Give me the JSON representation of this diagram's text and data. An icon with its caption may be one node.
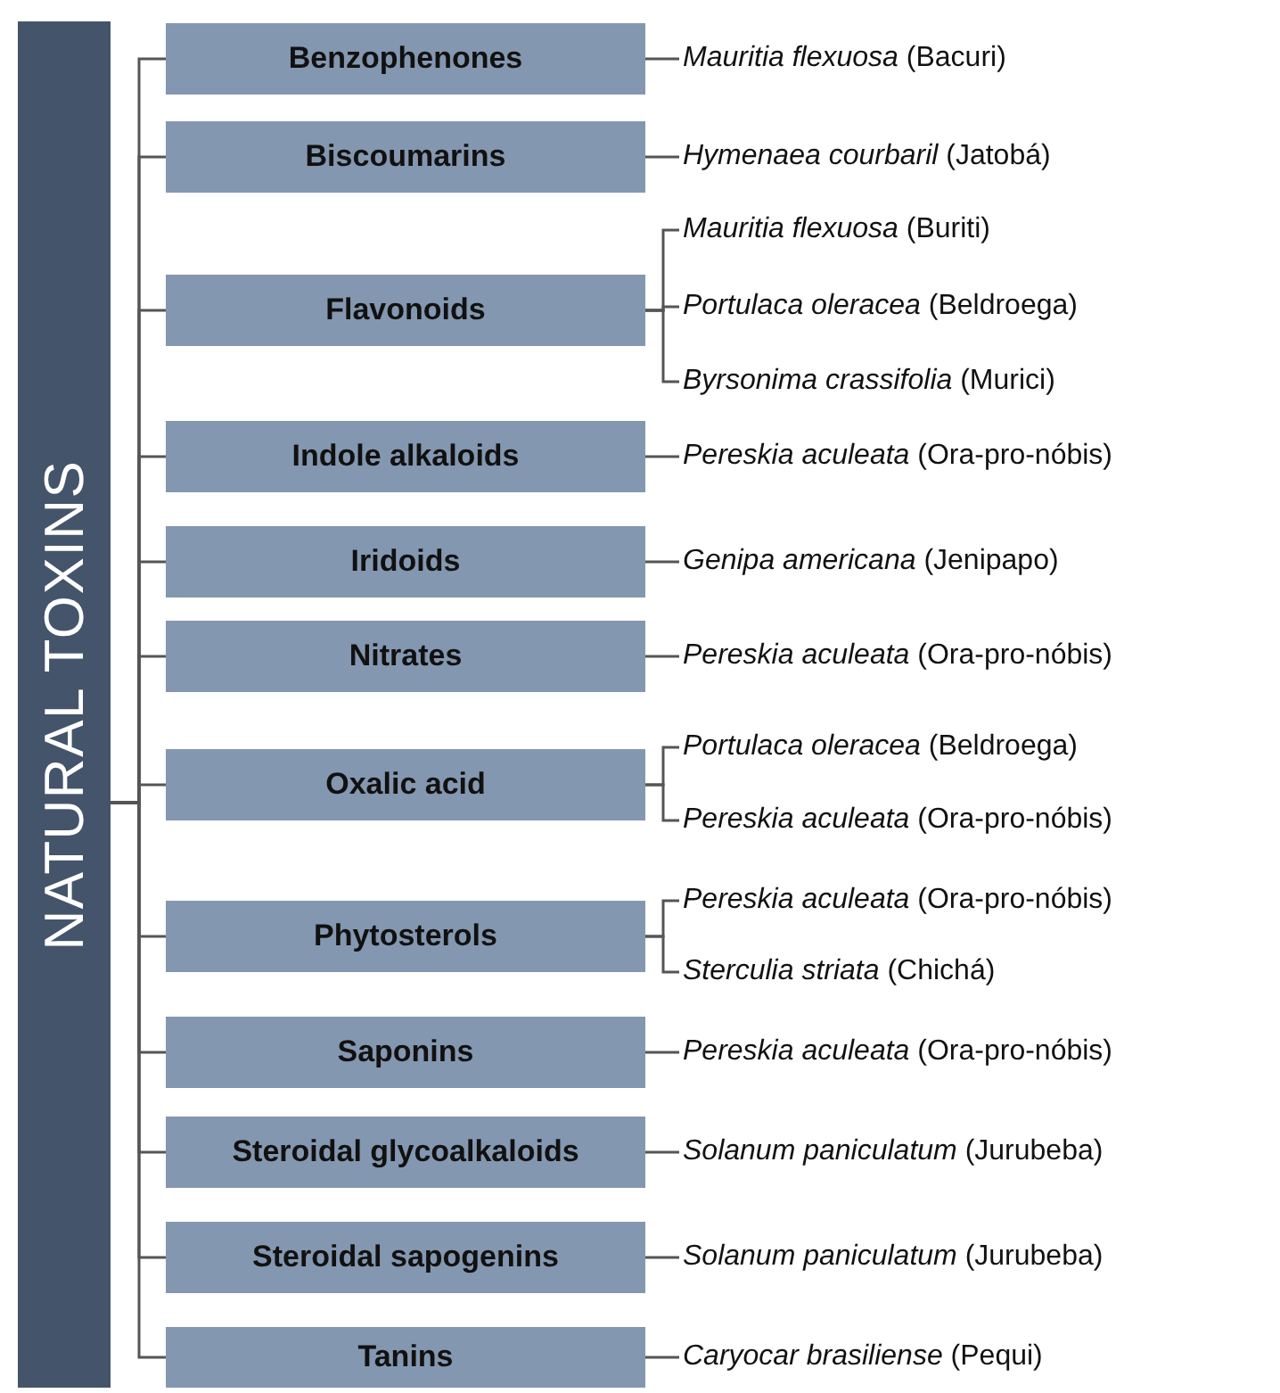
{
  "diagram": {
    "nodes": [
      {
        "text": [
          "NATURAL TOXINS"
        ]
      },
      {
        "text": [
          "Benzophenones"
        ]
      },
      {
        "text": [
          "*Mauritia flexuosa* (Bacuri)"
        ]
      },
      {
        "text": [
          "Biscoumarins"
        ]
      },
      {
        "text": [
          "*Hymenaea courbaril* (Jatobá)"
        ]
      },
      {
        "text": [
          "Flavonoids"
        ]
      },
      {
        "text": [
          "*Mauritia flexuosa* (Buriti)"
        ]
      },
      {
        "text": [
          "*Portulaca oleracea* (Beldroega)"
        ]
      },
      {
        "text": [
          "*Byrsonima crassifolia* (Murici)"
        ]
      },
      {
        "text": [
          "Indole alkaloids"
        ]
      },
      {
        "text": [
          "*Pereskia aculeata* (Ora-pro-nóbis)"
        ]
      },
      {
        "text": [
          "Iridoids"
        ]
      },
      {
        "text": [
          "*Genipa americana* (Jenipapo)"
        ]
      },
      {
        "text": [
          "Nitrates"
        ]
      },
      {
        "text": [
          "*Pereskia aculeata* (Ora-pro-nóbis)"
        ]
      },
      {
        "text": [
          "Oxalic acid"
        ]
      },
      {
        "text": [
          "*Portulaca oleracea* (Beldroega)"
        ]
      },
      {
        "text": [
          "*Pereskia aculeata* (Ora-pro-nóbis)"
        ]
      },
      {
        "text": [
          "Phytosterols"
        ]
      },
      {
        "text": [
          "*Pereskia aculeata* (Ora-pro-nóbis)"
        ]
      },
      {
        "text": [
          "*Sterculia striata* (Chichá)"
        ]
      },
      {
        "text": [
          "Saponins"
        ]
      },
      {
        "text": [
          "*Pereskia aculeata* (Ora-pro-nóbis)"
        ]
      },
      {
        "text": [
          "Steroidal glycoalkaloids"
        ]
      },
      {
        "text": [
          "*Solanum paniculatum* (Jurubeba)"
        ]
      },
      {
        "text": [
          "Steroidal sapogenins"
        ]
      },
      {
        "text": [
          "*Solanum paniculatum* (Jurubeba)"
        ]
      },
      {
        "text": [
          "Tanins"
        ]
      },
      {
        "text": [
          "*Caryocar brasiliense* (Pequi)"
        ]
      }
    ],
    "edges": [
      {
        "from": 0,
        "to": 1,
        "arrow": "none"
      },
      {
        "from": 0,
        "to": 3,
        "arrow": "none"
      },
      {
        "from": 0,
        "to": 5,
        "arrow": "none"
      },
      {
        "from": 0,
        "to": 9,
        "arrow": "none"
      },
      {
        "from": 0,
        "to": 11,
        "arrow": "none"
      },
      {
        "from": 0,
        "to": 13,
        "arrow": "none"
      },
      {
        "from": 0,
        "to": 15,
        "arrow": "none"
      },
      {
        "from": 0,
        "to": 18,
        "arrow": "none"
      },
      {
        "from": 0,
        "to": 21,
        "arrow": "none"
      },
      {
        "from": 0,
        "to": 23,
        "arrow": "none"
      },
      {
        "from": 0,
        "to": 25,
        "arrow": "none"
      },
      {
        "from": 0,
        "to": 27,
        "arrow": "none"
      },
      {
        "from": 1,
        "to": 2,
        "arrow": "none"
      },
      {
        "from": 3,
        "to": 4,
        "arrow": "none"
      },
      {
        "from": 5,
        "to": 6,
        "arrow": "none"
      },
      {
        "from": 5,
        "to": 7,
        "arrow": "none"
      },
      {
        "from": 5,
        "to": 8,
        "arrow": "none"
      },
      {
        "from": 9,
        "to": 10,
        "arrow": "none"
      },
      {
        "from": 11,
        "to": 12,
        "arrow": "none"
      },
      {
        "from": 13,
        "to": 14,
        "arrow": "none"
      },
      {
        "from": 15,
        "to": 16,
        "arrow": "none"
      },
      {
        "from": 15,
        "to": 17,
        "arrow": "none"
      },
      {
        "from": 18,
        "to": 19,
        "arrow": "none"
      },
      {
        "from": 18,
        "to": 20,
        "arrow": "none"
      },
      {
        "from": 21,
        "to": 22,
        "arrow": "none"
      },
      {
        "from": 23,
        "to": 24,
        "arrow": "none"
      },
      {
        "from": 25,
        "to": 26,
        "arrow": "none"
      },
      {
        "from": 27,
        "to": 28,
        "arrow": "none"
      }
    ]
  }
}
